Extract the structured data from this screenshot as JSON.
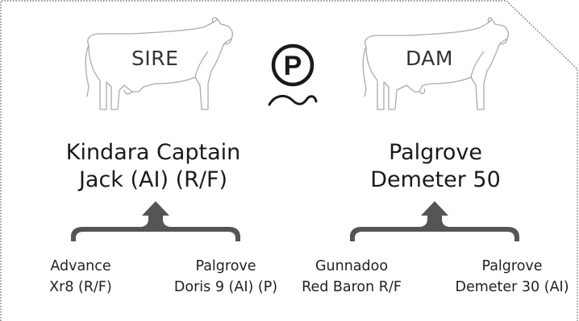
{
  "sire": {
    "label": "SIRE",
    "name_line1": "Kindara Captain",
    "name_line2": "Jack (AI) (R/F)",
    "sire": {
      "line1": "Advance",
      "line2": "Xr8 (R/F)"
    },
    "dam": {
      "line1": "Palgrove",
      "line2": "Doris 9 (AI) (P)"
    }
  },
  "dam": {
    "label": "DAM",
    "name_line1": "Palgrove",
    "name_line2": "Demeter 50",
    "sire": {
      "line1": "Gunnadoo",
      "line2": "Red Baron R/F"
    },
    "dam": {
      "line1": "Palgrove",
      "line2": "Demeter 30 (AI)"
    }
  },
  "polled_symbol": {
    "letter": "P",
    "icon": "polled-p-icon"
  },
  "colors": {
    "outline": "#aaaaaa",
    "bracket": "#555555",
    "text": "#222222",
    "border": "#555555"
  }
}
